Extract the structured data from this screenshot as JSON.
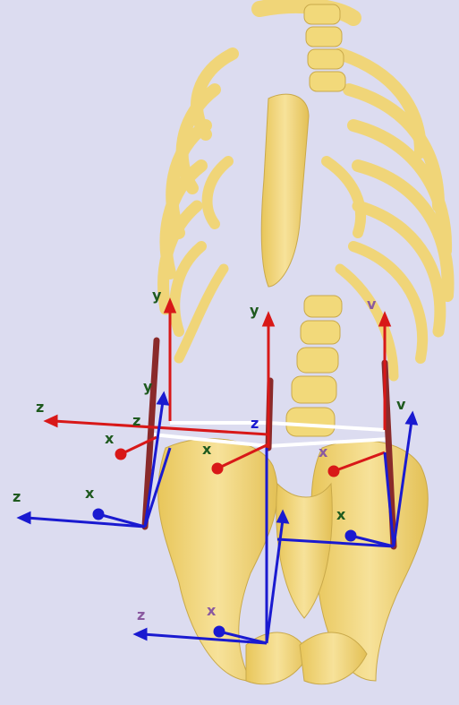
{
  "scene": {
    "background": "#dcdcf0",
    "bone_color": "#f2d97a",
    "bone_shade": "#c9a94a",
    "colors": {
      "x_axis": "#d81818",
      "y_axis": "#7a1f1f",
      "z_axis": "#1a1ad0",
      "label_green": "#1f5a1f",
      "label_purple": "#8a5aa0"
    }
  },
  "labels": {
    "y_left": "y",
    "y_center": "y",
    "y_right": "v",
    "y_left_low": "y",
    "y_right_low": "v",
    "z_far_left": "z",
    "z_left_mid": "z",
    "z_center": "z",
    "x_left": "x",
    "x_center": "x",
    "x_right": "x",
    "z_left_low": "z",
    "x_left_low": "x",
    "x_right_low": "x",
    "z_bottom": "z",
    "x_bottom": "x"
  }
}
